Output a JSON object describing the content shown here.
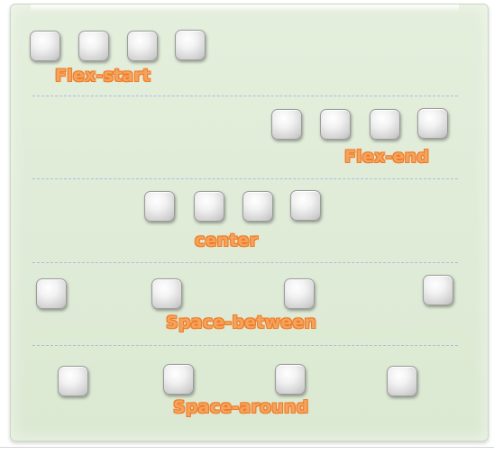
{
  "rows": [
    {
      "id": "flex-start",
      "label": "Flex-start"
    },
    {
      "id": "flex-end",
      "label": "Flex-end"
    },
    {
      "id": "center",
      "label": "center"
    },
    {
      "id": "space-between",
      "label": "Space-between"
    },
    {
      "id": "space-around",
      "label": "Space-around"
    }
  ],
  "colors": {
    "panel_background": "#dde9d4",
    "label_fill": "#f4a35c",
    "label_outline": "#f07a26",
    "divider": "#a9bfe0",
    "box_fill": "#e6e6e6"
  },
  "icons": {
    "item": "rounded-square-box"
  }
}
